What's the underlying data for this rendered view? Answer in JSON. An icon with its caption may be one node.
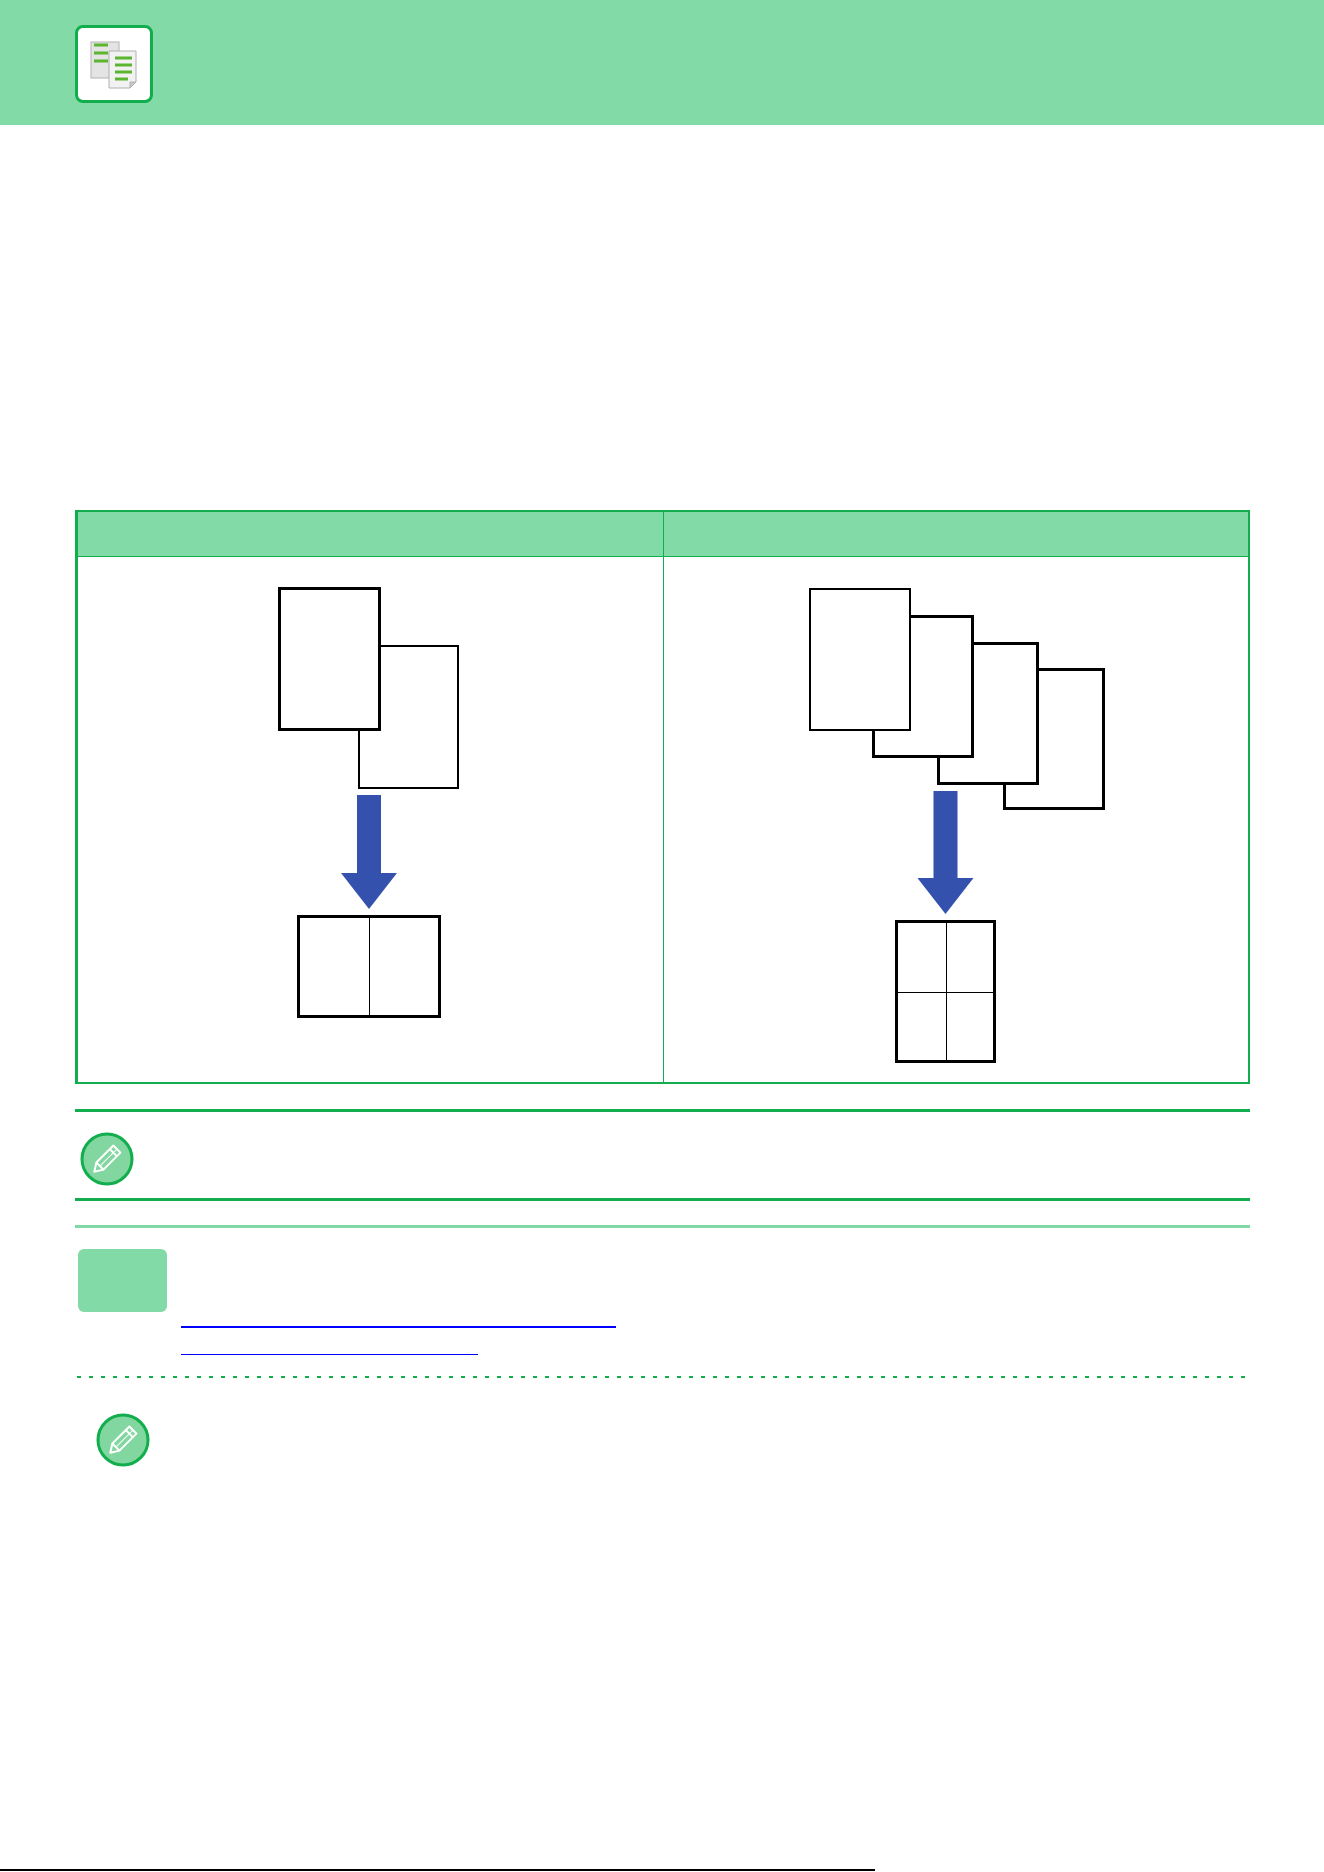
{
  "diagram": {
    "nodes": [
      {
        "text": [],
        "shape": "box"
      },
      {
        "text": [],
        "shape": "box"
      },
      {
        "text": [],
        "shape": "box"
      },
      {
        "text": [],
        "shape": "box"
      },
      {
        "text": [],
        "shape": "box"
      },
      {
        "text": [],
        "shape": "box"
      },
      {
        "text": [],
        "shape": "box"
      },
      {
        "text": [],
        "shape": "box"
      },
      {
        "text": [],
        "shape": "box"
      }
    ],
    "edges": [
      {
        "from": 1,
        "to": 2,
        "arrow": "to"
      },
      {
        "from": 5,
        "to": 7,
        "arrow": "to"
      }
    ]
  }
}
